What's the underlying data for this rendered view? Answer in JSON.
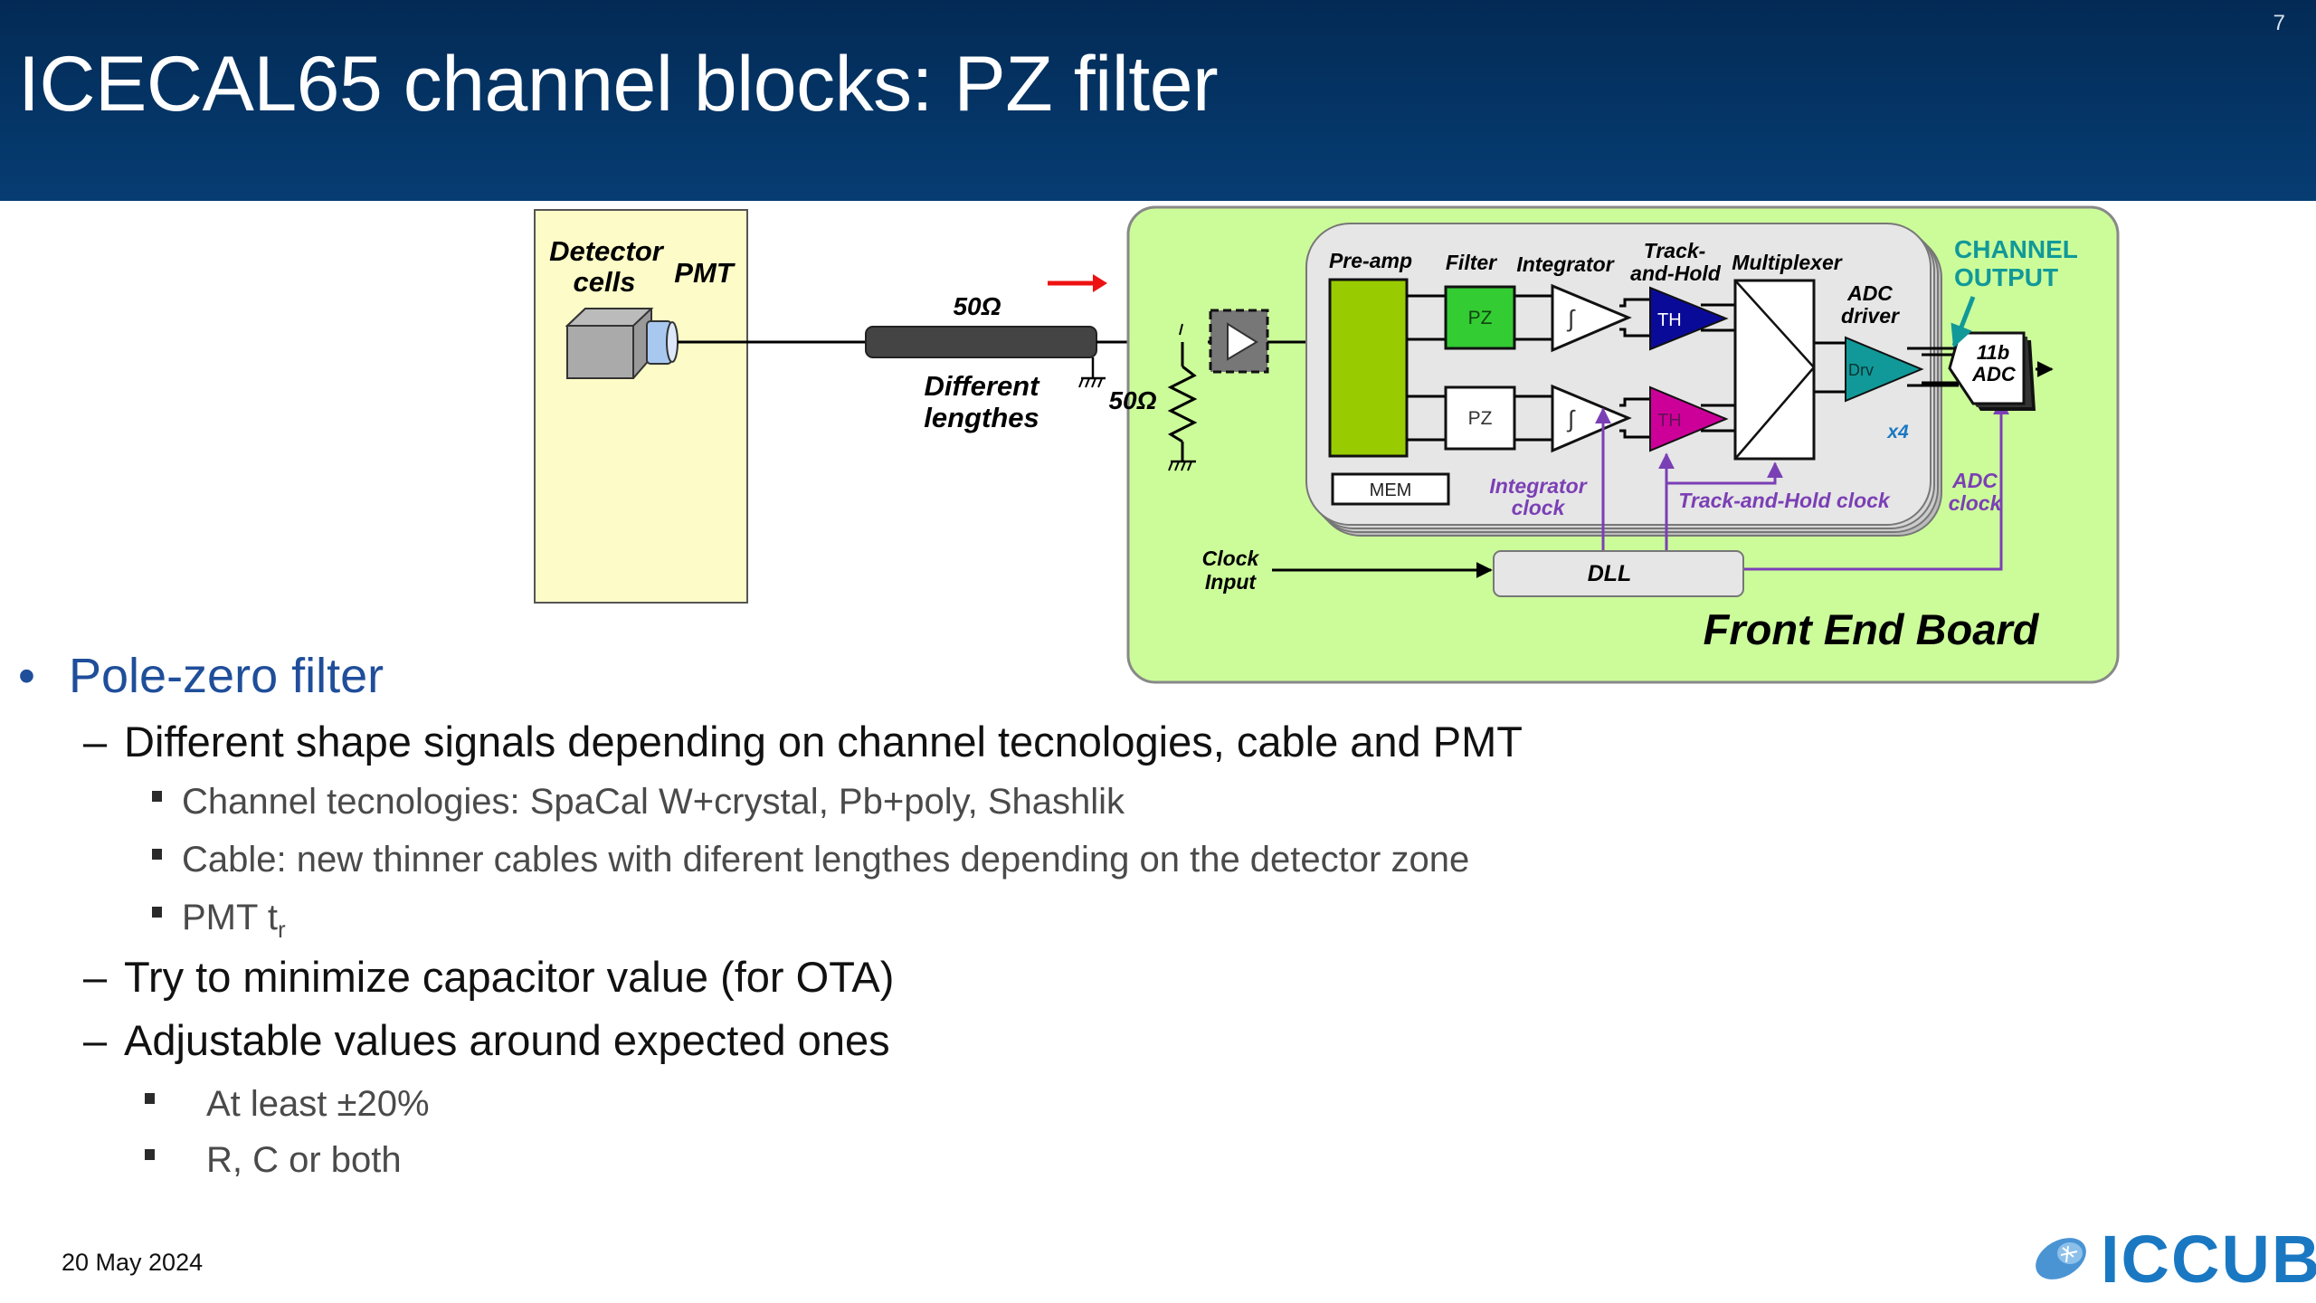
{
  "slide": {
    "title": "ICECAL65 channel blocks: PZ filter",
    "page_number": "7",
    "date": "20 May 2024",
    "logo_text": "ICCUB"
  },
  "diagram": {
    "detector_label_1": "Detector",
    "detector_label_2": "cells",
    "pmt_label": "PMT",
    "cable_impedance": "50Ω",
    "cable_label_1": "Different",
    "cable_label_2": "lengthes",
    "termination": "50Ω",
    "preamp_label": "Pre-amp",
    "filter_label": "Filter",
    "integrator_label": "Integrator",
    "th_label_1": "Track-",
    "th_label_2": "and-Hold",
    "mux_label": "Multiplexer",
    "adc_driver_1": "ADC",
    "adc_driver_2": "driver",
    "pz_top": "PZ",
    "pz_bottom": "PZ",
    "integral_symbol": "∫",
    "th_top": "TH",
    "th_bottom": "TH",
    "drv": "Drv",
    "mem": "MEM",
    "x4": "x4",
    "integrator_clock_1": "Integrator",
    "integrator_clock_2": "clock",
    "th_clock": "Track-and-Hold clock",
    "adc_clock_1": "ADC",
    "adc_clock_2": "clock",
    "channel_output_1": "CHANNEL",
    "channel_output_2": "OUTPUT",
    "adc_1": "11b",
    "adc_2": "ADC",
    "clock_input_1": "Clock",
    "clock_input_2": "Input",
    "dll": "DLL",
    "board_label": "Front End Board",
    "colors": {
      "detector_bg": "#fdfcc8",
      "board_bg": "#ccfc9a",
      "chip_bg": "#e6e6e6",
      "preamp": "#99cc00",
      "pz_active": "#33cc33",
      "th_top": "#0a0a99",
      "th_bottom": "#cc0099",
      "drv": "#119999",
      "clock_line": "#7b3fb5",
      "channel_output": "#119999",
      "x4": "#1a78c2",
      "signal_arrow": "#ee1111"
    }
  },
  "bullets": [
    {
      "level": 1,
      "text": "Pole-zero filter"
    },
    {
      "level": 2,
      "text": "Different shape signals depending on channel tecnologies, cable and PMT"
    },
    {
      "level": 3,
      "text": "Channel tecnologies: SpaCal W+crystal, Pb+poly, Shashlik"
    },
    {
      "level": 3,
      "text": "Cable: new thinner cables with diferent lengthes depending on the detector zone"
    },
    {
      "level": 3,
      "text": "PMT t",
      "subscript": "r"
    },
    {
      "level": 2,
      "text": "Try to minimize capacitor value (for OTA)"
    },
    {
      "level": 2,
      "text": "Adjustable values around expected ones"
    },
    {
      "level": 3,
      "text": "At least ±20%"
    },
    {
      "level": 3,
      "text": "R, C or both"
    }
  ],
  "bullet_marks": {
    "l1": "•",
    "l2": "–"
  }
}
